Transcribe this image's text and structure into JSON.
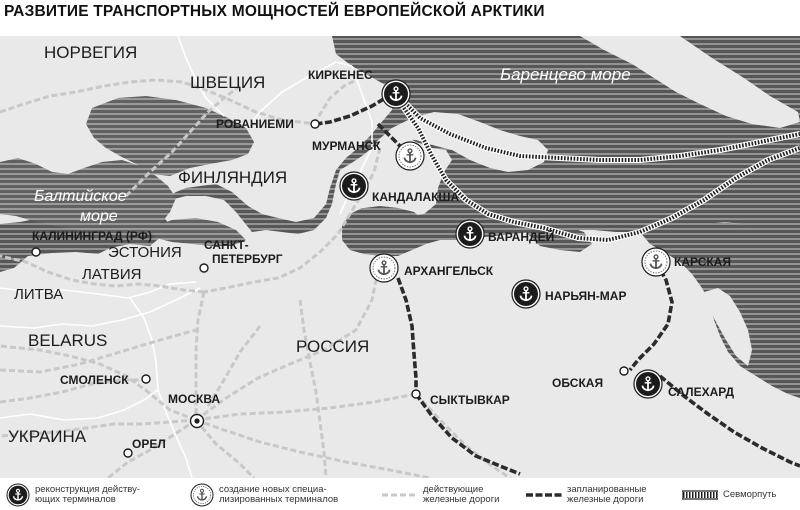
{
  "title": "РАЗВИТИЕ ТРАНСПОРТНЫХ МОЩНОСТЕЙ ЕВРОПЕЙСКОЙ АРКТИКИ",
  "labels": {
    "country": {
      "norway": "НОРВЕГИЯ",
      "sweden": "ШВЕЦИЯ",
      "finland": "ФИНЛЯНДИЯ",
      "estonia": "ЭСТОНИЯ",
      "latvia": "ЛАТВИЯ",
      "lithuania": "ЛИТВА",
      "belarus": "BELARUS",
      "russia": "РОССИЯ",
      "ukraine": "УКРАИНА"
    },
    "sea": {
      "barents": "Баренцево море",
      "baltic_line1": "Балтийское",
      "baltic_line2": "море"
    },
    "city": {
      "kirkenes": "КИРКЕНЕС",
      "rovaniemi": "РОВАНИЕМИ",
      "murmansk": "МУРМАНСК",
      "kandalaksha": "КАНДАЛАКША",
      "varandey": "ВАРАНДЕЙ",
      "karskaya": "КАРСКАЯ",
      "kaliningrad": "КАЛИНИНГРАД (РФ)",
      "spb_line1": "САНКТ-",
      "spb_line2": "ПЕТЕРБУРГ",
      "arkhangelsk": "АРХАНГЕЛЬСК",
      "naryan_mar": "НАРЬЯН-МАР",
      "obskaya": "ОБСКАЯ",
      "salekhard": "САЛЕХАРД",
      "smolensk": "СМОЛЕНСК",
      "moscow": "МОСКВА",
      "syktyvkar": "СЫКТЫВКАР",
      "orel": "ОРЕЛ"
    }
  },
  "legend": {
    "reconstruction": "реконструкция действу-ющих терминалов",
    "new_terminals": "создание новых специа-лизированных терминалов",
    "existing_rail": "действующие железные дороги",
    "planned_rail": "запланированные железные дороги",
    "sevmorput": "Севморпуть"
  },
  "colors": {
    "water_dark": "#555555",
    "water_stripe": "#8f8f8f",
    "land": "#e9e9e9",
    "border": "#ffffff",
    "existing_rail": "#cfcfcf",
    "planned_rail": "#2b2b2b",
    "label_dark": "#1c1c1c",
    "label_on_water": "#ffffff"
  },
  "icons": {
    "reconstruction": "anchor-dark-icon",
    "new_terminals": "anchor-light-icon",
    "city": "city-dot-icon",
    "capital": "capital-dot-icon"
  }
}
